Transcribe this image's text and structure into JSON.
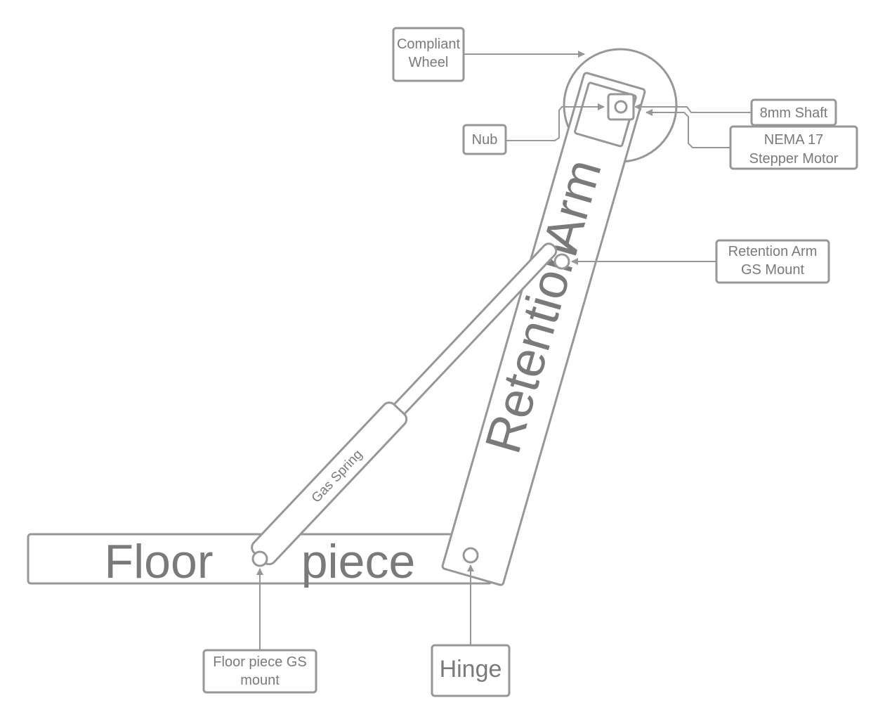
{
  "colors": {
    "stroke": "#979797",
    "text": "#7a7a7a",
    "background": "#ffffff"
  },
  "parts": {
    "floor_word_1": "Floor",
    "floor_word_2": "piece",
    "arm_word_1": "Retention",
    "arm_word_2": "Arm",
    "gas_spring": "Gas Spring"
  },
  "callouts": {
    "compliant_wheel": [
      "Compliant",
      "Wheel"
    ],
    "nub": "Nub",
    "shaft": "8mm Shaft",
    "motor": [
      "NEMA 17",
      "Stepper Motor"
    ],
    "arm_mount": [
      "Retention Arm",
      "GS Mount"
    ],
    "floor_mount": [
      "Floor piece GS",
      "mount"
    ],
    "hinge": "Hinge"
  }
}
